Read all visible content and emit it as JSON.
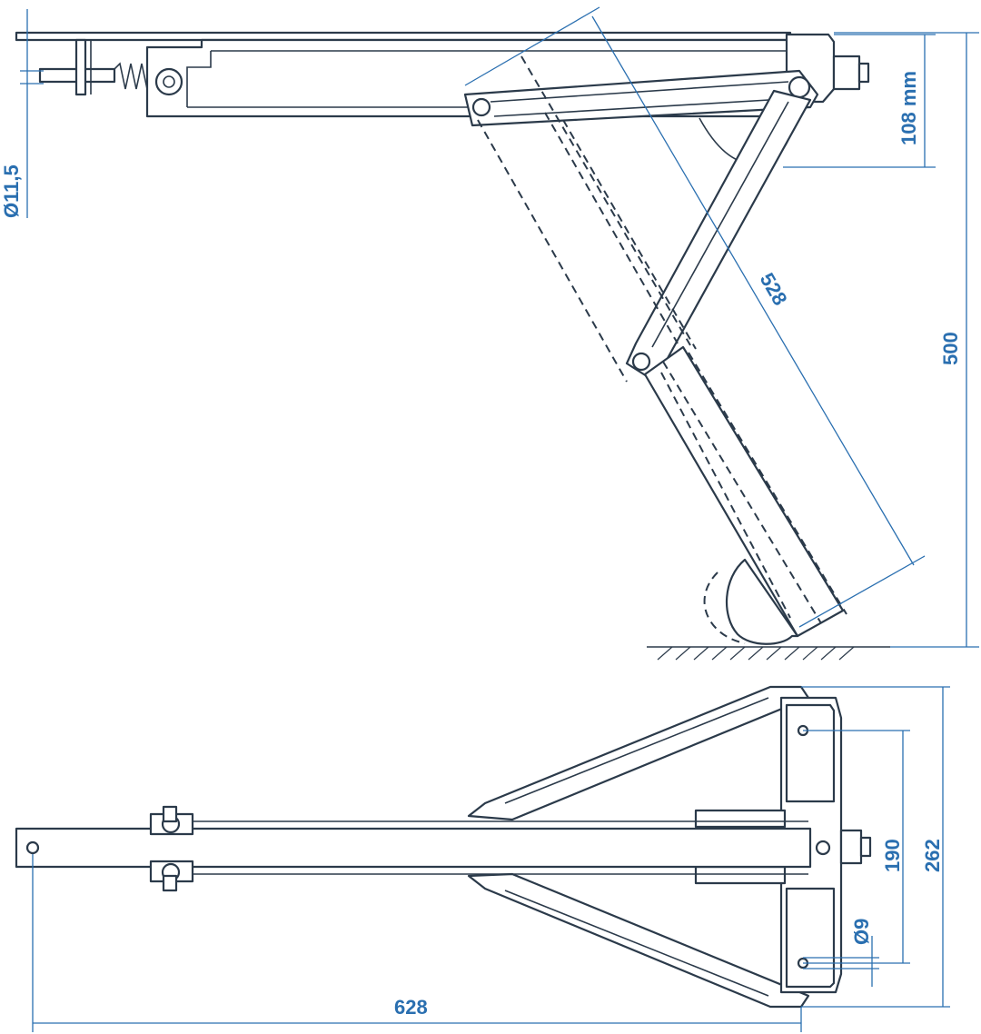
{
  "colors": {
    "dimension": "#2a6fb0",
    "outline": "#2b3a4a",
    "background": "#ffffff"
  },
  "dimensions": {
    "bolt_diameter": "Ø11,5",
    "lift_height": "108 mm",
    "arm_length": "528",
    "total_height": "500",
    "hole_spacing": "190",
    "plate_width": "262",
    "hole_diameter": "Ø9",
    "total_length": "628"
  }
}
